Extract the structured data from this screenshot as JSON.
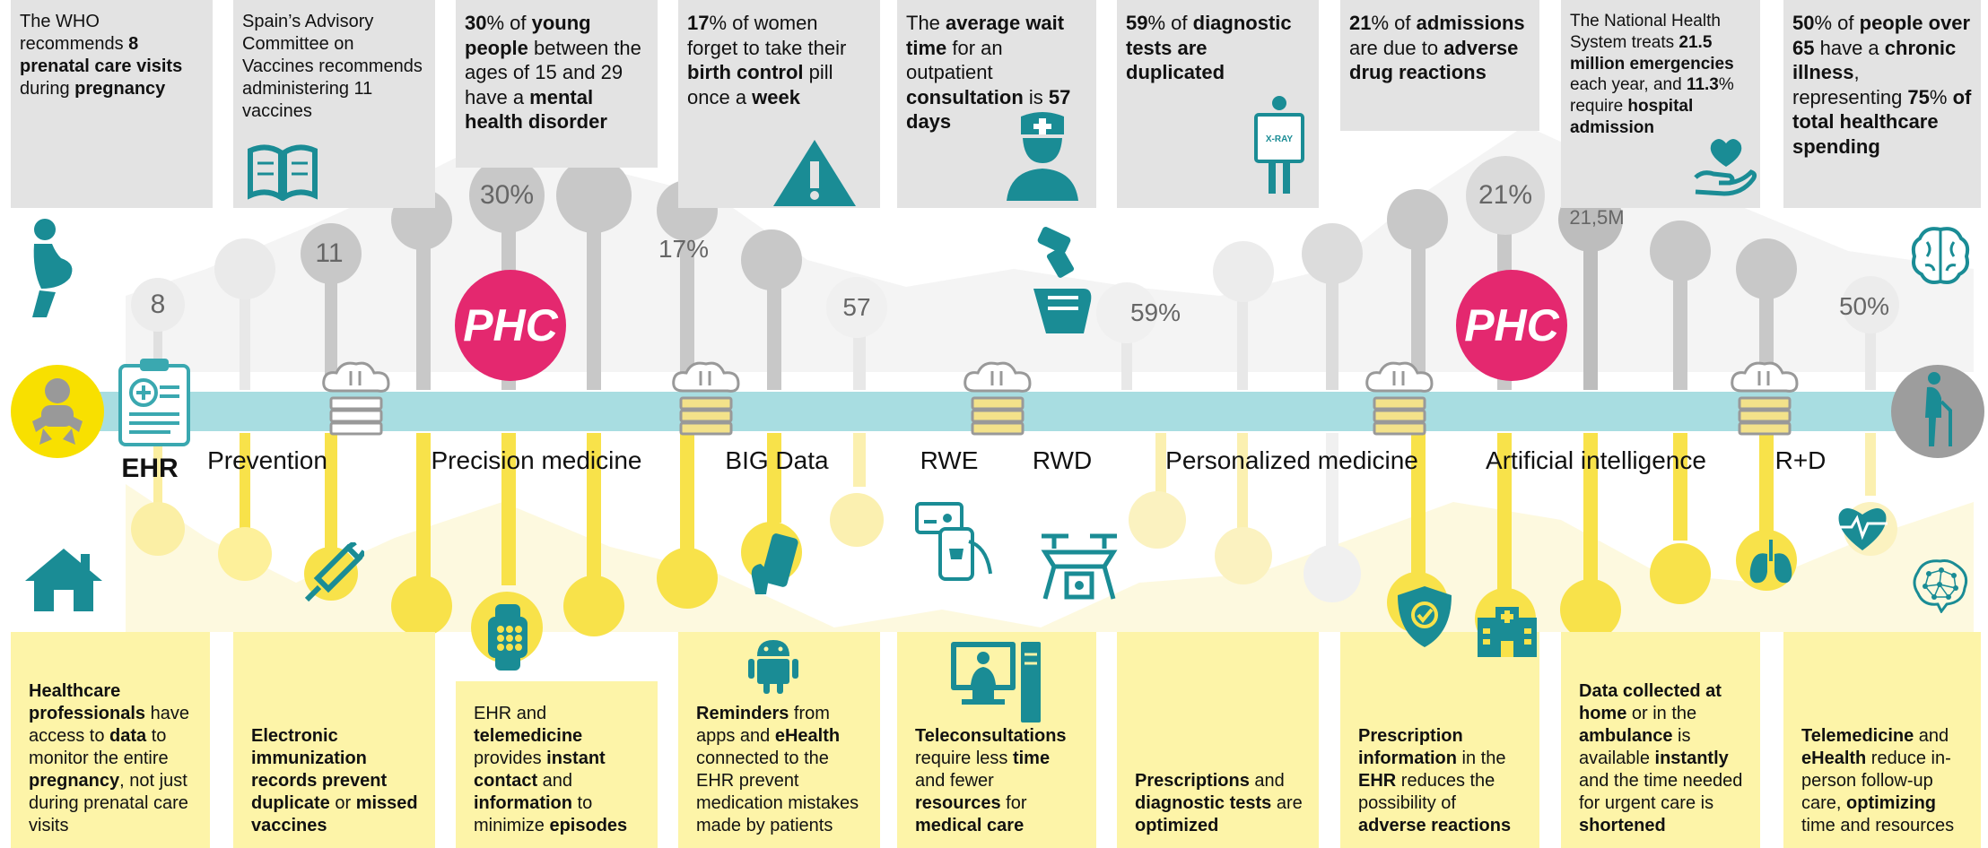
{
  "top_facts": [
    {
      "parts": [
        {
          "t": "The WHO recommends ",
          "b": false
        },
        {
          "t": "8 prenatal care visits",
          "b": true
        },
        {
          "t": " during ",
          "b": false
        },
        {
          "t": "pregnancy",
          "b": true
        }
      ]
    },
    {
      "parts": [
        {
          "t": "Spain’s Advisory Committee on Vaccines recommends administering 11 vaccines",
          "b": false
        }
      ]
    },
    {
      "parts": [
        {
          "t": "30",
          "b": true
        },
        {
          "t": "% of ",
          "b": false
        },
        {
          "t": "young people",
          "b": true
        },
        {
          "t": " between the ages of 15 and 29 have a ",
          "b": false
        },
        {
          "t": "mental health disorder",
          "b": true
        }
      ]
    },
    {
      "parts": [
        {
          "t": "17",
          "b": true
        },
        {
          "t": "% of women forget to take their ",
          "b": false
        },
        {
          "t": "birth control",
          "b": true
        },
        {
          "t": " pill once a ",
          "b": false
        },
        {
          "t": "week",
          "b": true
        }
      ]
    },
    {
      "parts": [
        {
          "t": "The ",
          "b": false
        },
        {
          "t": "average wait time",
          "b": true
        },
        {
          "t": " for an outpatient ",
          "b": false
        },
        {
          "t": "consultation",
          "b": true
        },
        {
          "t": " is ",
          "b": false
        },
        {
          "t": "57 days",
          "b": true
        }
      ]
    },
    {
      "parts": [
        {
          "t": "59",
          "b": true
        },
        {
          "t": "% of ",
          "b": false
        },
        {
          "t": "diagnostic tests are duplicated",
          "b": true
        }
      ]
    },
    {
      "parts": [
        {
          "t": "21",
          "b": true
        },
        {
          "t": "% of ",
          "b": false
        },
        {
          "t": "admissions",
          "b": true
        },
        {
          "t": " are due to ",
          "b": false
        },
        {
          "t": "adverse drug reactions",
          "b": true
        }
      ]
    },
    {
      "parts": [
        {
          "t": "The National Health System treats ",
          "b": false
        },
        {
          "t": "21.5 million emergencies",
          "b": true
        },
        {
          "t": " each year, and ",
          "b": false
        },
        {
          "t": "11.3",
          "b": true
        },
        {
          "t": "% require ",
          "b": false
        },
        {
          "t": "hospital admission",
          "b": true
        }
      ]
    },
    {
      "parts": [
        {
          "t": "50",
          "b": true
        },
        {
          "t": "% of ",
          "b": false
        },
        {
          "t": "people over 65",
          "b": true
        },
        {
          "t": " have a ",
          "b": false
        },
        {
          "t": "chronic illness",
          "b": true
        },
        {
          "t": ", representing ",
          "b": false
        },
        {
          "t": "75",
          "b": true
        },
        {
          "t": "% ",
          "b": false
        },
        {
          "t": "of total healthcare spending",
          "b": true
        }
      ]
    }
  ],
  "bottom_facts": [
    {
      "parts": [
        {
          "t": "Healthcare professionals",
          "b": true
        },
        {
          "t": " have access to ",
          "b": false
        },
        {
          "t": "data",
          "b": true
        },
        {
          "t": " to monitor the entire ",
          "b": false
        },
        {
          "t": "pregnancy",
          "b": true
        },
        {
          "t": ", not just during prenatal care visits",
          "b": false
        }
      ]
    },
    {
      "parts": [
        {
          "t": "Electronic immunization records prevent duplicate",
          "b": true
        },
        {
          "t": " or ",
          "b": false
        },
        {
          "t": "missed vaccines",
          "b": true
        }
      ]
    },
    {
      "parts": [
        {
          "t": "EHR and ",
          "b": false
        },
        {
          "t": "telemedicine",
          "b": true
        },
        {
          "t": " provides ",
          "b": false
        },
        {
          "t": "instant contact",
          "b": true
        },
        {
          "t": " and ",
          "b": false
        },
        {
          "t": "information",
          "b": true
        },
        {
          "t": " to minimize ",
          "b": false
        },
        {
          "t": "episodes",
          "b": true
        }
      ]
    },
    {
      "parts": [
        {
          "t": "Reminders",
          "b": true
        },
        {
          "t": " from apps and ",
          "b": false
        },
        {
          "t": "eHealth",
          "b": true
        },
        {
          "t": " connected to the EHR prevent medication mistakes made by patients",
          "b": false
        }
      ]
    },
    {
      "parts": [
        {
          "t": "Teleconsultations",
          "b": true
        },
        {
          "t": " require less ",
          "b": false
        },
        {
          "t": "time",
          "b": true
        },
        {
          "t": " and fewer ",
          "b": false
        },
        {
          "t": "resources",
          "b": true
        },
        {
          "t": " for ",
          "b": false
        },
        {
          "t": "medical care",
          "b": true
        }
      ]
    },
    {
      "parts": [
        {
          "t": "Prescriptions",
          "b": true
        },
        {
          "t": " and ",
          "b": false
        },
        {
          "t": "diagnostic tests",
          "b": true
        },
        {
          "t": " are ",
          "b": false
        },
        {
          "t": "optimized",
          "b": true
        }
      ]
    },
    {
      "parts": [
        {
          "t": "Prescription information",
          "b": true
        },
        {
          "t": " in the ",
          "b": false
        },
        {
          "t": "EHR",
          "b": true
        },
        {
          "t": " reduces the possibility of ",
          "b": false
        },
        {
          "t": "adverse reactions",
          "b": true
        }
      ]
    },
    {
      "parts": [
        {
          "t": "Data collected at home",
          "b": true
        },
        {
          "t": " or in the ",
          "b": false
        },
        {
          "t": "ambulance",
          "b": true
        },
        {
          "t": " is available ",
          "b": false
        },
        {
          "t": "instantly",
          "b": true
        },
        {
          "t": " and the time needed for urgent care is ",
          "b": false
        },
        {
          "t": "shortened",
          "b": true
        }
      ]
    },
    {
      "parts": [
        {
          "t": "Telemedicine",
          "b": true
        },
        {
          "t": " and ",
          "b": false
        },
        {
          "t": "eHealth",
          "b": true
        },
        {
          "t": " reduce in-person follow-up care, ",
          "b": false
        },
        {
          "t": "optimizing",
          "b": true
        },
        {
          "t": " time and resources",
          "b": false
        }
      ]
    }
  ],
  "timeline_labels": {
    "ehr": "EHR",
    "prevention": "Prevention",
    "precision": "Precision medicine",
    "bigdata": "BIG Data",
    "rwe": "RWE",
    "rwd": "RWD",
    "personalized": "Personalized medicine",
    "ai": "Artificial intelligence",
    "rd": "R+D"
  },
  "bubbles": {
    "b8": "8",
    "b11": "11",
    "b30": "30%",
    "b17": "17%",
    "b57": "57",
    "b59": "59%",
    "b21": "21%",
    "b215": "21,5M",
    "b50": "50%"
  },
  "phc_label": "PHC",
  "xray_label": "X-RAY",
  "colors": {
    "teal": "#1a8c95",
    "band": "#a8dde1",
    "yellow": "#f8e24a",
    "pink": "#e4286f",
    "grey_box": "#e3e3e3",
    "yellow_box": "#fdf4a8"
  },
  "icons": [
    "pregnant-woman-icon",
    "baby-icon",
    "clipboard-ehr-icon",
    "house-icon",
    "book-icon",
    "cloud-server-icon",
    "syringe-icon",
    "smartwatch-icon",
    "warning-icon",
    "smartphone-icon",
    "android-icon",
    "nurse-icon",
    "hand-pills-icon",
    "payment-phone-icon",
    "drone-icon",
    "telemedicine-computer-icon",
    "xray-person-icon",
    "shield-check-icon",
    "hospital-icon",
    "hand-heart-icon",
    "lungs-icon",
    "heart-monitor-icon",
    "brain-icon",
    "elderly-person-icon",
    "brain-network-icon"
  ]
}
